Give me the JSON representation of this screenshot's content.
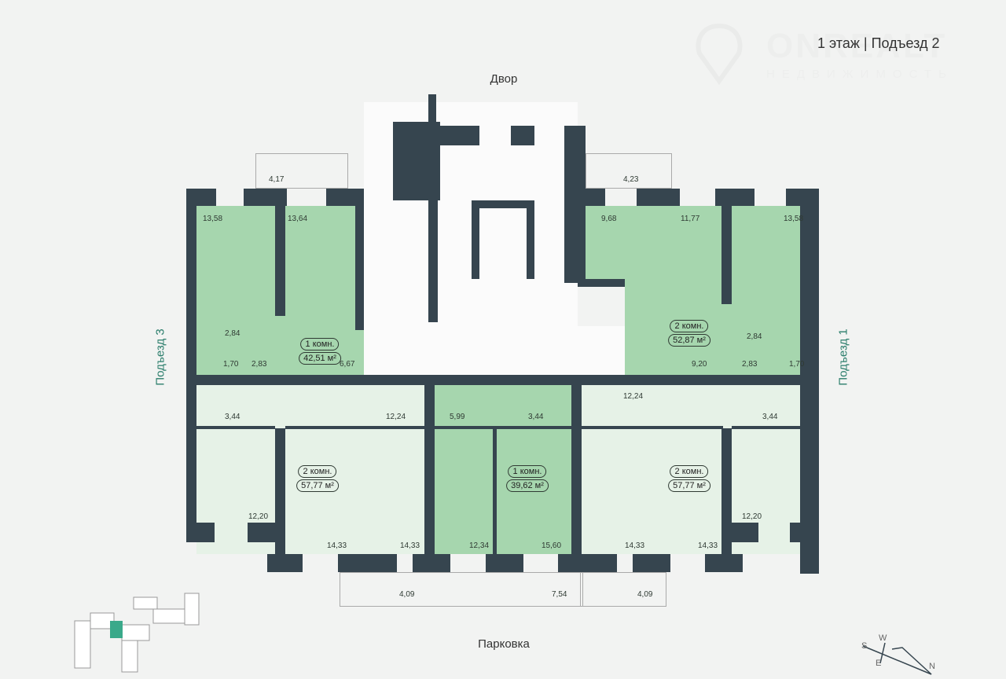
{
  "header": {
    "title": "1 этаж | Подъезд 2",
    "watermark_top": "ONREALT",
    "watermark_bottom": "НЕДВИЖИМОСТЬ"
  },
  "labels": {
    "yard": "Двор",
    "parking": "Парковка",
    "entrance_left": "Подъезд 3",
    "entrance_right": "Подъезд 1"
  },
  "apartments": [
    {
      "rooms": "1 комн.",
      "area": "42,51 м²",
      "selected": true
    },
    {
      "rooms": "2 комн.",
      "area": "52,87 м²",
      "selected": true
    },
    {
      "rooms": "2 комн.",
      "area": "57,77 м²",
      "selected": false
    },
    {
      "rooms": "1 комн.",
      "area": "39,62 м²",
      "selected": true
    },
    {
      "rooms": "2 комн.",
      "area": "57,77 м²",
      "selected": false
    }
  ],
  "room_areas": [
    "13,58",
    "13,64",
    "2,84",
    "1,70",
    "2,83",
    "6,67",
    "4,17",
    "9,68",
    "11,77",
    "13,58",
    "2,84",
    "9,20",
    "2,83",
    "1,70",
    "4,23",
    "3,44",
    "12,24",
    "12,20",
    "14,33",
    "14,33",
    "5,99",
    "3,44",
    "12,34",
    "15,60",
    "12,24",
    "14,33",
    "14,33",
    "3,44",
    "12,20",
    "4,09",
    "7,54",
    "4,09"
  ],
  "compass": {
    "n": "N",
    "s": "S",
    "e": "E",
    "w": "W"
  },
  "colors": {
    "wall": "#36454f",
    "selected": "#a6d6ae",
    "unselected": "#e6f2e7",
    "accent": "#2a7d6b"
  }
}
